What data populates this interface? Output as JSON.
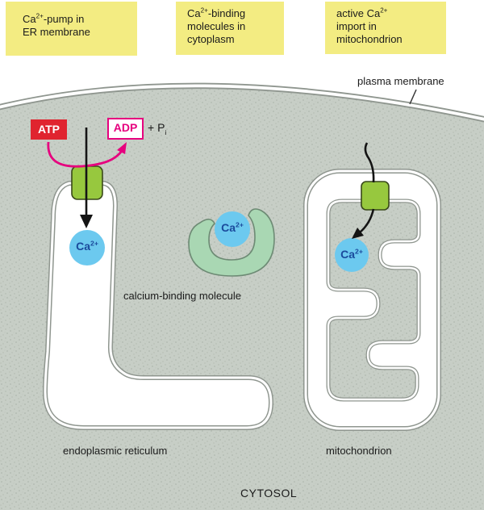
{
  "figure": {
    "caption_boxes": {
      "er_pump": {
        "l1a": "Ca",
        "l1sup": "2+",
        "l1b": "-pump in",
        "l2": "ER membrane"
      },
      "binding": {
        "l1a": "Ca",
        "l1sup": "2+",
        "l1b": "-binding",
        "l2": "molecules in",
        "l3": "cytoplasm"
      },
      "mito_import": {
        "l1a": "active Ca",
        "l1sup": "2+",
        "l2": "import in",
        "l3": "mitochondrion"
      }
    },
    "labels": {
      "plasma_membrane": "plasma membrane",
      "calcium_binding_molecule": "calcium-binding molecule",
      "endoplasmic_reticulum": "endoplasmic reticulum",
      "mitochondrion": "mitochondrion",
      "cytosol": "CYTOSOL",
      "atp": "ATP",
      "adp": "ADP",
      "plus_p": "+ P",
      "p_sub": "i",
      "ca_base": "Ca",
      "ca_sup": "2+"
    },
    "icons": {
      "pump_square": "ca-pump-transporter",
      "ca_circle": "calcium-ion",
      "horseshoe": "calcium-binding-molecule"
    },
    "colors": {
      "caption_yellow": "#f3ec82",
      "cytosol_gray": "#c7cec6",
      "stipple_dot": "#a9b2a8",
      "membrane_gray": "#8f968f",
      "organelle_lumen": "#ffffff",
      "pump_green": "#97c83e",
      "calcium_blue": "#6cc9ef",
      "calcium_text_blue": "#1a4a9c",
      "binding_molecule_green": "#a9d7b3",
      "atp_red": "#e0242f",
      "adp_magenta": "#e6007e",
      "text_black": "#1a1a1a"
    }
  }
}
